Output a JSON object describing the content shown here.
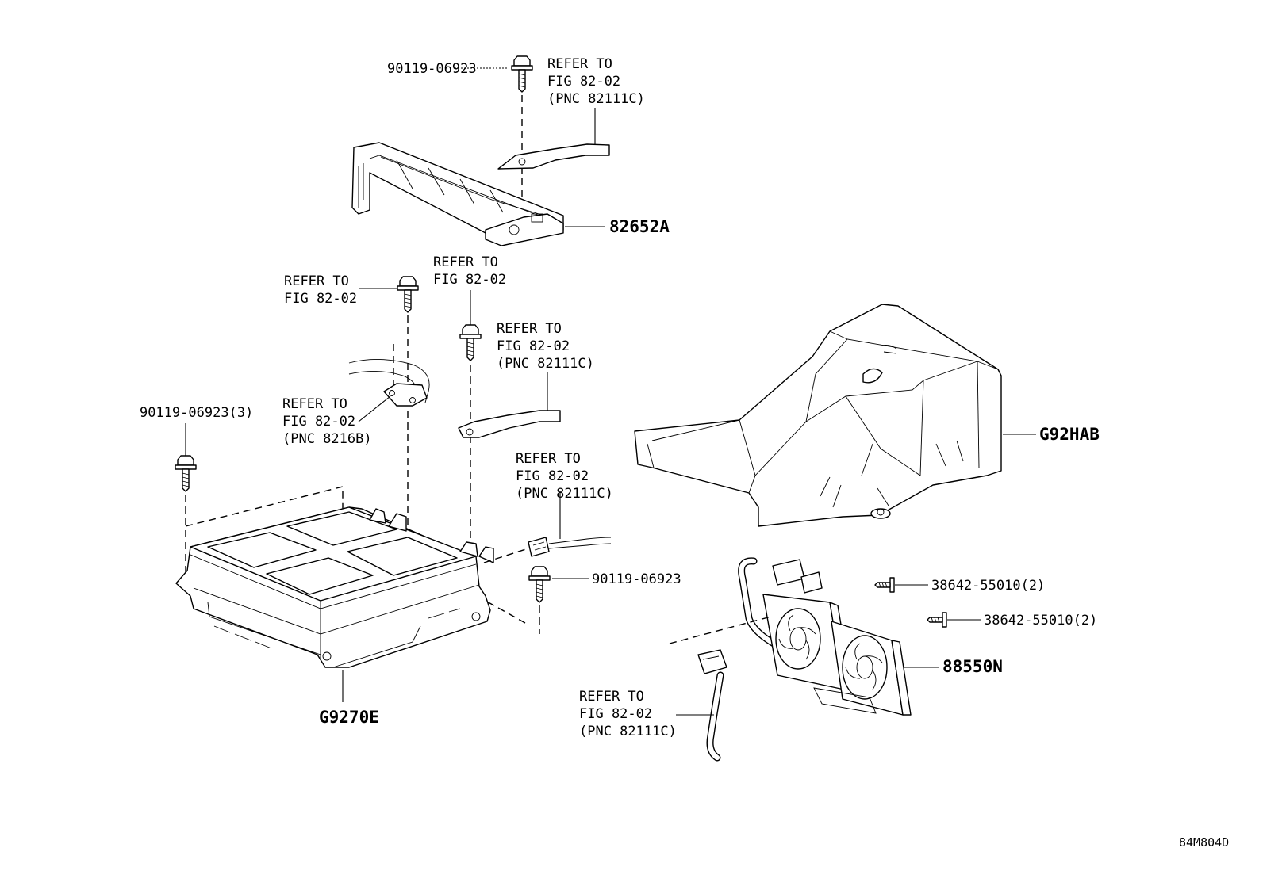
{
  "diagram_id": "84M804D",
  "labels": {
    "bolt_top": "90119-06923",
    "refer_top_1": "REFER TO",
    "refer_top_2": "FIG 82-02",
    "refer_top_3": "(PNC 82111C)",
    "part_82652A": "82652A",
    "refer_left_1": "REFER TO",
    "refer_left_2": "FIG 82-02",
    "refer_mid_1": "REFER TO",
    "refer_mid_2": "FIG 82-02",
    "refer_cable_1": "REFER TO",
    "refer_cable_2": "FIG 82-02",
    "refer_cable_3": "(PNC 82111C)",
    "refer_8216b_1": "REFER TO",
    "refer_8216b_2": "FIG 82-02",
    "refer_8216b_3": "(PNC 8216B)",
    "bolt_left": "90119-06923(3)",
    "refer_conn_1": "REFER TO",
    "refer_conn_2": "FIG 82-02",
    "refer_conn_3": "(PNC 82111C)",
    "bolt_right": "90119-06923",
    "part_G9270E": "G9270E",
    "part_G92HAB": "G92HAB",
    "screw_1": "38642-55010(2)",
    "screw_2": "38642-55010(2)",
    "part_88550N": "88550N",
    "refer_fan_1": "REFER TO",
    "refer_fan_2": "FIG 82-02",
    "refer_fan_3": "(PNC 82111C)"
  }
}
